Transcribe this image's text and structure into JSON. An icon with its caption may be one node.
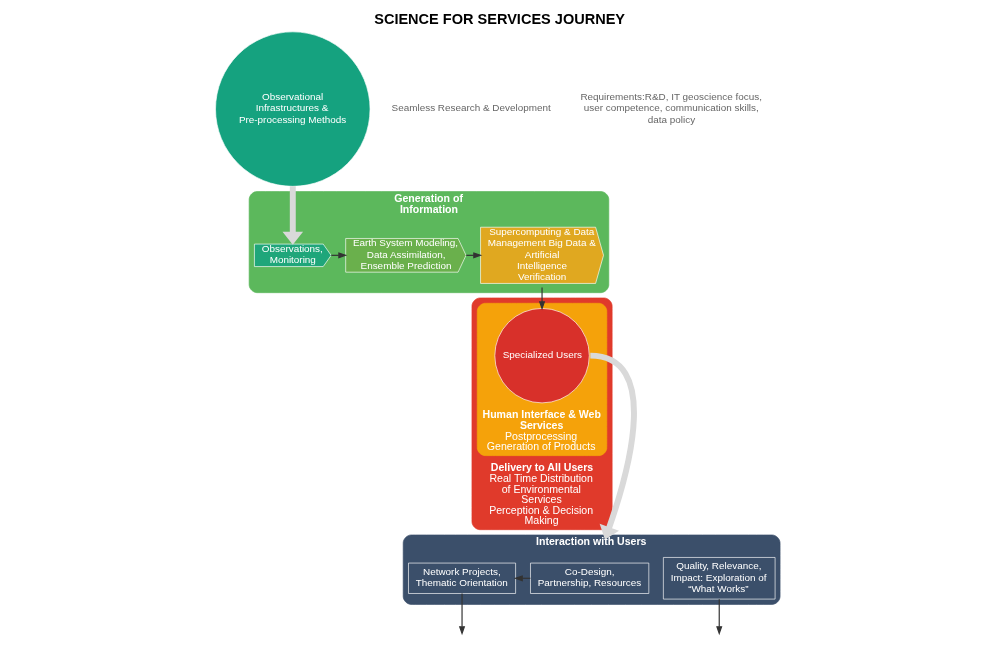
{
  "diagram": {
    "title": "SCIENCE FOR SERVICES JOURNEY",
    "nodes": [
      {
        "text": [
          "Observational Infrastructures & Pre-processing Methods"
        ]
      },
      {
        "text": [
          "Generation of Information"
        ]
      },
      {
        "text": [
          "Observations, Monitoring"
        ],
        "in": 1
      },
      {
        "text": [
          "Earth System Modeling, Data Assimilation, Ensemble Prediction"
        ],
        "in": 1
      },
      {
        "text": [
          "Supercomputing & Data Management Big Data & Artificial Intelligence Verification"
        ],
        "in": 1
      },
      {
        "text": [
          "Delivery to All Users",
          "Real Time Distribution of Environmental Services",
          "Perception & Decision Making"
        ]
      },
      {
        "text": [
          "Human Interface & Web Services",
          "Postprocessing",
          "Generation of Products"
        ],
        "in": 5
      },
      {
        "text": [
          "Specialized Users"
        ],
        "in": 6
      },
      {
        "text": [
          "Interaction with Users"
        ]
      },
      {
        "text": [
          "Co-Design, Partnership, Resources"
        ],
        "in": 8
      },
      {
        "text": [
          "Network Projects, Thematic Orientation"
        ],
        "in": 8
      },
      {
        "text": [
          "Quality, Relevance, Impact: Exploration of “What Works”"
        ],
        "in": 8
      }
    ],
    "edges": [
      {
        "from": 0,
        "to": 2,
        "arrow": "to",
        "style": "thick",
        "color": "#d9d9d9"
      },
      {
        "from": 2,
        "to": 3,
        "arrow": "to"
      },
      {
        "from": 3,
        "to": 4,
        "arrow": "to"
      },
      {
        "from": 4,
        "to": 7,
        "arrow": "to"
      },
      {
        "from": 7,
        "to": 8,
        "arrow": "to",
        "style": "thick",
        "color": "#d9d9d9"
      },
      {
        "from": 9,
        "to": 10,
        "arrow": "to"
      },
      {
        "from": 10,
        "to": null,
        "arrow": "to"
      },
      {
        "from": 11,
        "to": null,
        "arrow": "to"
      }
    ],
    "labels": [
      "Seamless Research & Development",
      "Requirements:R&D, IT geoscience focus, user competence, communication skills, data policy"
    ]
  }
}
